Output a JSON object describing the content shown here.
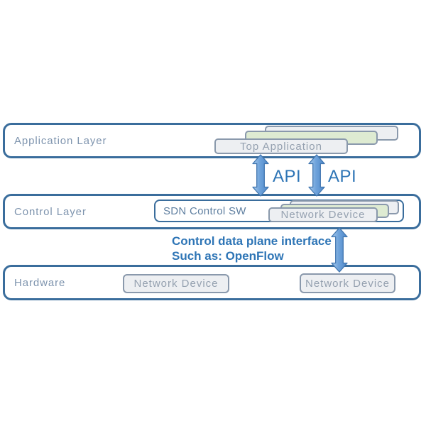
{
  "layers": {
    "application": {
      "label": "Application Layer"
    },
    "control": {
      "label": "Control Layer"
    },
    "hardware": {
      "label": "Hardware"
    }
  },
  "application_stack": {
    "top_label": "Top Application"
  },
  "control_stack": {
    "sdn_label": "SDN Control SW",
    "device_label": "Network Device"
  },
  "hardware_devices": {
    "left_label": "Network Device",
    "right_label": "Network Device"
  },
  "api": {
    "left_label": "API",
    "right_label": "API"
  },
  "interface_note": {
    "line1": "Control data plane interface",
    "line2": "Such as: OpenFlow"
  },
  "colors": {
    "layer_border": "#3A6D9C",
    "layer_label": "#7E94AE",
    "accent_text": "#2E75B6",
    "arrow_fill_light": "#A9CBEC",
    "arrow_fill_dark": "#4E88C9",
    "arrow_stroke": "#4176B0",
    "stack_green_fill": "#DEEBD2",
    "stack_gray_fill": "#EDEFF2",
    "stack_border": "#8A99AC",
    "stack_text": "#95A1B0"
  }
}
